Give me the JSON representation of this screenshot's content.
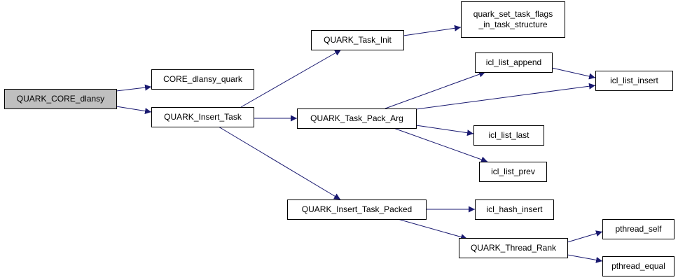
{
  "diagram": {
    "colors": {
      "edge": "#191970",
      "node_border": "#000000",
      "node_fill": "#ffffff",
      "root_fill": "#bfbfbf"
    },
    "nodes": [
      {
        "id": "root",
        "lines": [
          "QUARK_CORE_dlansy"
        ]
      },
      {
        "id": "core_dlansy_quark",
        "lines": [
          "CORE_dlansy_quark"
        ]
      },
      {
        "id": "quark_insert_task",
        "lines": [
          "QUARK_Insert_Task"
        ]
      },
      {
        "id": "quark_task_init",
        "lines": [
          "QUARK_Task_Init"
        ]
      },
      {
        "id": "quark_set_task_flags",
        "lines": [
          "quark_set_task_flags",
          "_in_task_structure"
        ]
      },
      {
        "id": "quark_task_pack_arg",
        "lines": [
          "QUARK_Task_Pack_Arg"
        ]
      },
      {
        "id": "icl_list_append",
        "lines": [
          "icl_list_append"
        ]
      },
      {
        "id": "icl_list_insert",
        "lines": [
          "icl_list_insert"
        ]
      },
      {
        "id": "icl_list_last",
        "lines": [
          "icl_list_last"
        ]
      },
      {
        "id": "icl_list_prev",
        "lines": [
          "icl_list_prev"
        ]
      },
      {
        "id": "quark_insert_task_packed",
        "lines": [
          "QUARK_Insert_Task_Packed"
        ]
      },
      {
        "id": "icl_hash_insert",
        "lines": [
          "icl_hash_insert"
        ]
      },
      {
        "id": "quark_thread_rank",
        "lines": [
          "QUARK_Thread_Rank"
        ]
      },
      {
        "id": "pthread_self",
        "lines": [
          "pthread_self"
        ]
      },
      {
        "id": "pthread_equal",
        "lines": [
          "pthread_equal"
        ]
      }
    ],
    "edges": [
      {
        "from": "root",
        "to": "core_dlansy_quark"
      },
      {
        "from": "root",
        "to": "quark_insert_task"
      },
      {
        "from": "quark_insert_task",
        "to": "quark_task_init"
      },
      {
        "from": "quark_insert_task",
        "to": "quark_task_pack_arg"
      },
      {
        "from": "quark_insert_task",
        "to": "quark_insert_task_packed"
      },
      {
        "from": "quark_task_init",
        "to": "quark_set_task_flags"
      },
      {
        "from": "quark_task_pack_arg",
        "to": "icl_list_append"
      },
      {
        "from": "quark_task_pack_arg",
        "to": "icl_list_insert"
      },
      {
        "from": "quark_task_pack_arg",
        "to": "icl_list_last"
      },
      {
        "from": "quark_task_pack_arg",
        "to": "icl_list_prev"
      },
      {
        "from": "icl_list_append",
        "to": "icl_list_insert"
      },
      {
        "from": "quark_insert_task_packed",
        "to": "icl_hash_insert"
      },
      {
        "from": "quark_insert_task_packed",
        "to": "quark_thread_rank"
      },
      {
        "from": "quark_thread_rank",
        "to": "pthread_self"
      },
      {
        "from": "quark_thread_rank",
        "to": "pthread_equal"
      }
    ]
  }
}
